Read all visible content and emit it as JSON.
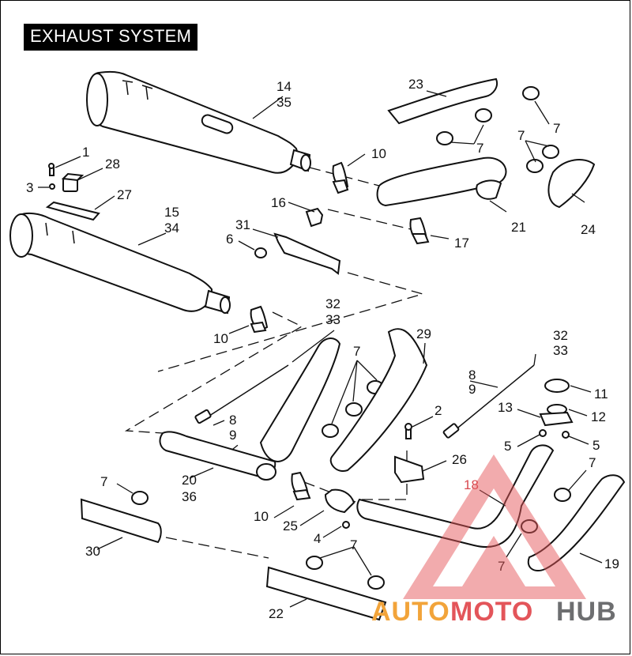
{
  "title": "EXHAUST SYSTEM",
  "callouts": {
    "c1": "1",
    "c2": "2",
    "c3": "3",
    "c4": "4",
    "c5a": "5",
    "c5b": "5",
    "c6": "6",
    "c7_a": "7",
    "c7_b": "7",
    "c7_c": "7",
    "c7_d": "7",
    "c7_e": "7",
    "c7_f": "7",
    "c7_g": "7",
    "c7_h": "7",
    "c8a": "8",
    "c9a": "9",
    "c8b": "8",
    "c9b": "9",
    "c10a": "10",
    "c10b": "10",
    "c10c": "10",
    "c11": "11",
    "c12": "12",
    "c13": "13",
    "c14": "14",
    "c35": "35",
    "c15": "15",
    "c34": "34",
    "c16": "16",
    "c17": "17",
    "c18": "18",
    "c19": "19",
    "c20": "20",
    "c36": "36",
    "c21": "21",
    "c22": "22",
    "c23": "23",
    "c24": "24",
    "c25": "25",
    "c26": "26",
    "c27": "27",
    "c28": "28",
    "c29": "29",
    "c30": "30",
    "c31": "31",
    "c32a": "32",
    "c33a": "33",
    "c32b": "32",
    "c33b": "33"
  },
  "watermark": {
    "part1": "AUTO",
    "part2": "MOTO",
    "part3": "HUB",
    "colors": {
      "auto": "#f2a43a",
      "moto": "#e3555a",
      "hub": "#6d6e70",
      "triangle": "#e3555a"
    }
  }
}
